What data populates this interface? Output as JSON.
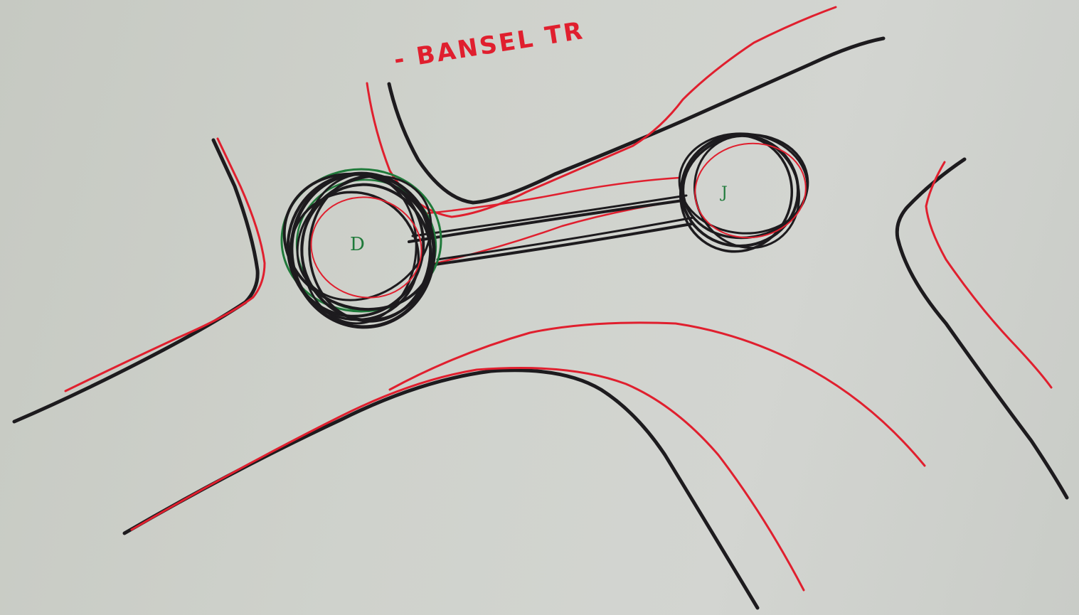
{
  "sketch": {
    "header_label": "- BANSEL TR",
    "node_left_label": "D",
    "node_right_label": "J"
  },
  "colors": {
    "paper": "#cdd0ca",
    "black_ink": "#1d1b1e",
    "red_ink": "#e01f2e",
    "green_ink": "#1f7a3a"
  }
}
